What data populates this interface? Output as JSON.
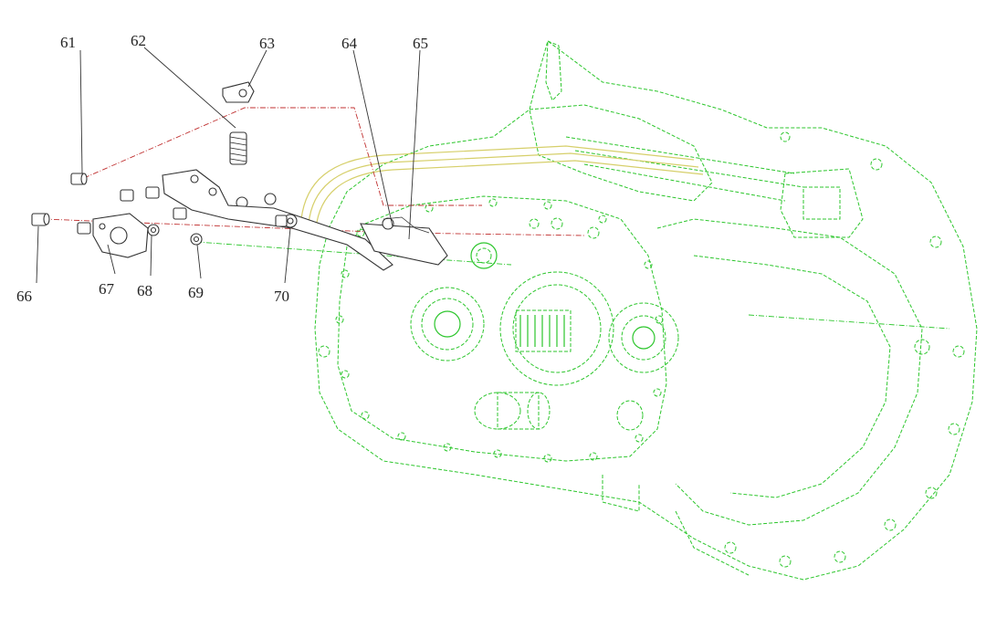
{
  "callouts": [
    {
      "id": "61",
      "label": "61"
    },
    {
      "id": "62",
      "label": "62"
    },
    {
      "id": "63",
      "label": "63"
    },
    {
      "id": "64",
      "label": "64"
    },
    {
      "id": "65",
      "label": "65"
    },
    {
      "id": "66",
      "label": "66"
    },
    {
      "id": "67",
      "label": "67"
    },
    {
      "id": "68",
      "label": "68"
    },
    {
      "id": "69",
      "label": "69"
    },
    {
      "id": "70",
      "label": "70"
    }
  ],
  "colors": {
    "housing": "#2cc62c",
    "assembly_axis": "#c03030",
    "pipes": "#d6cf6a",
    "parts": "#333333"
  }
}
